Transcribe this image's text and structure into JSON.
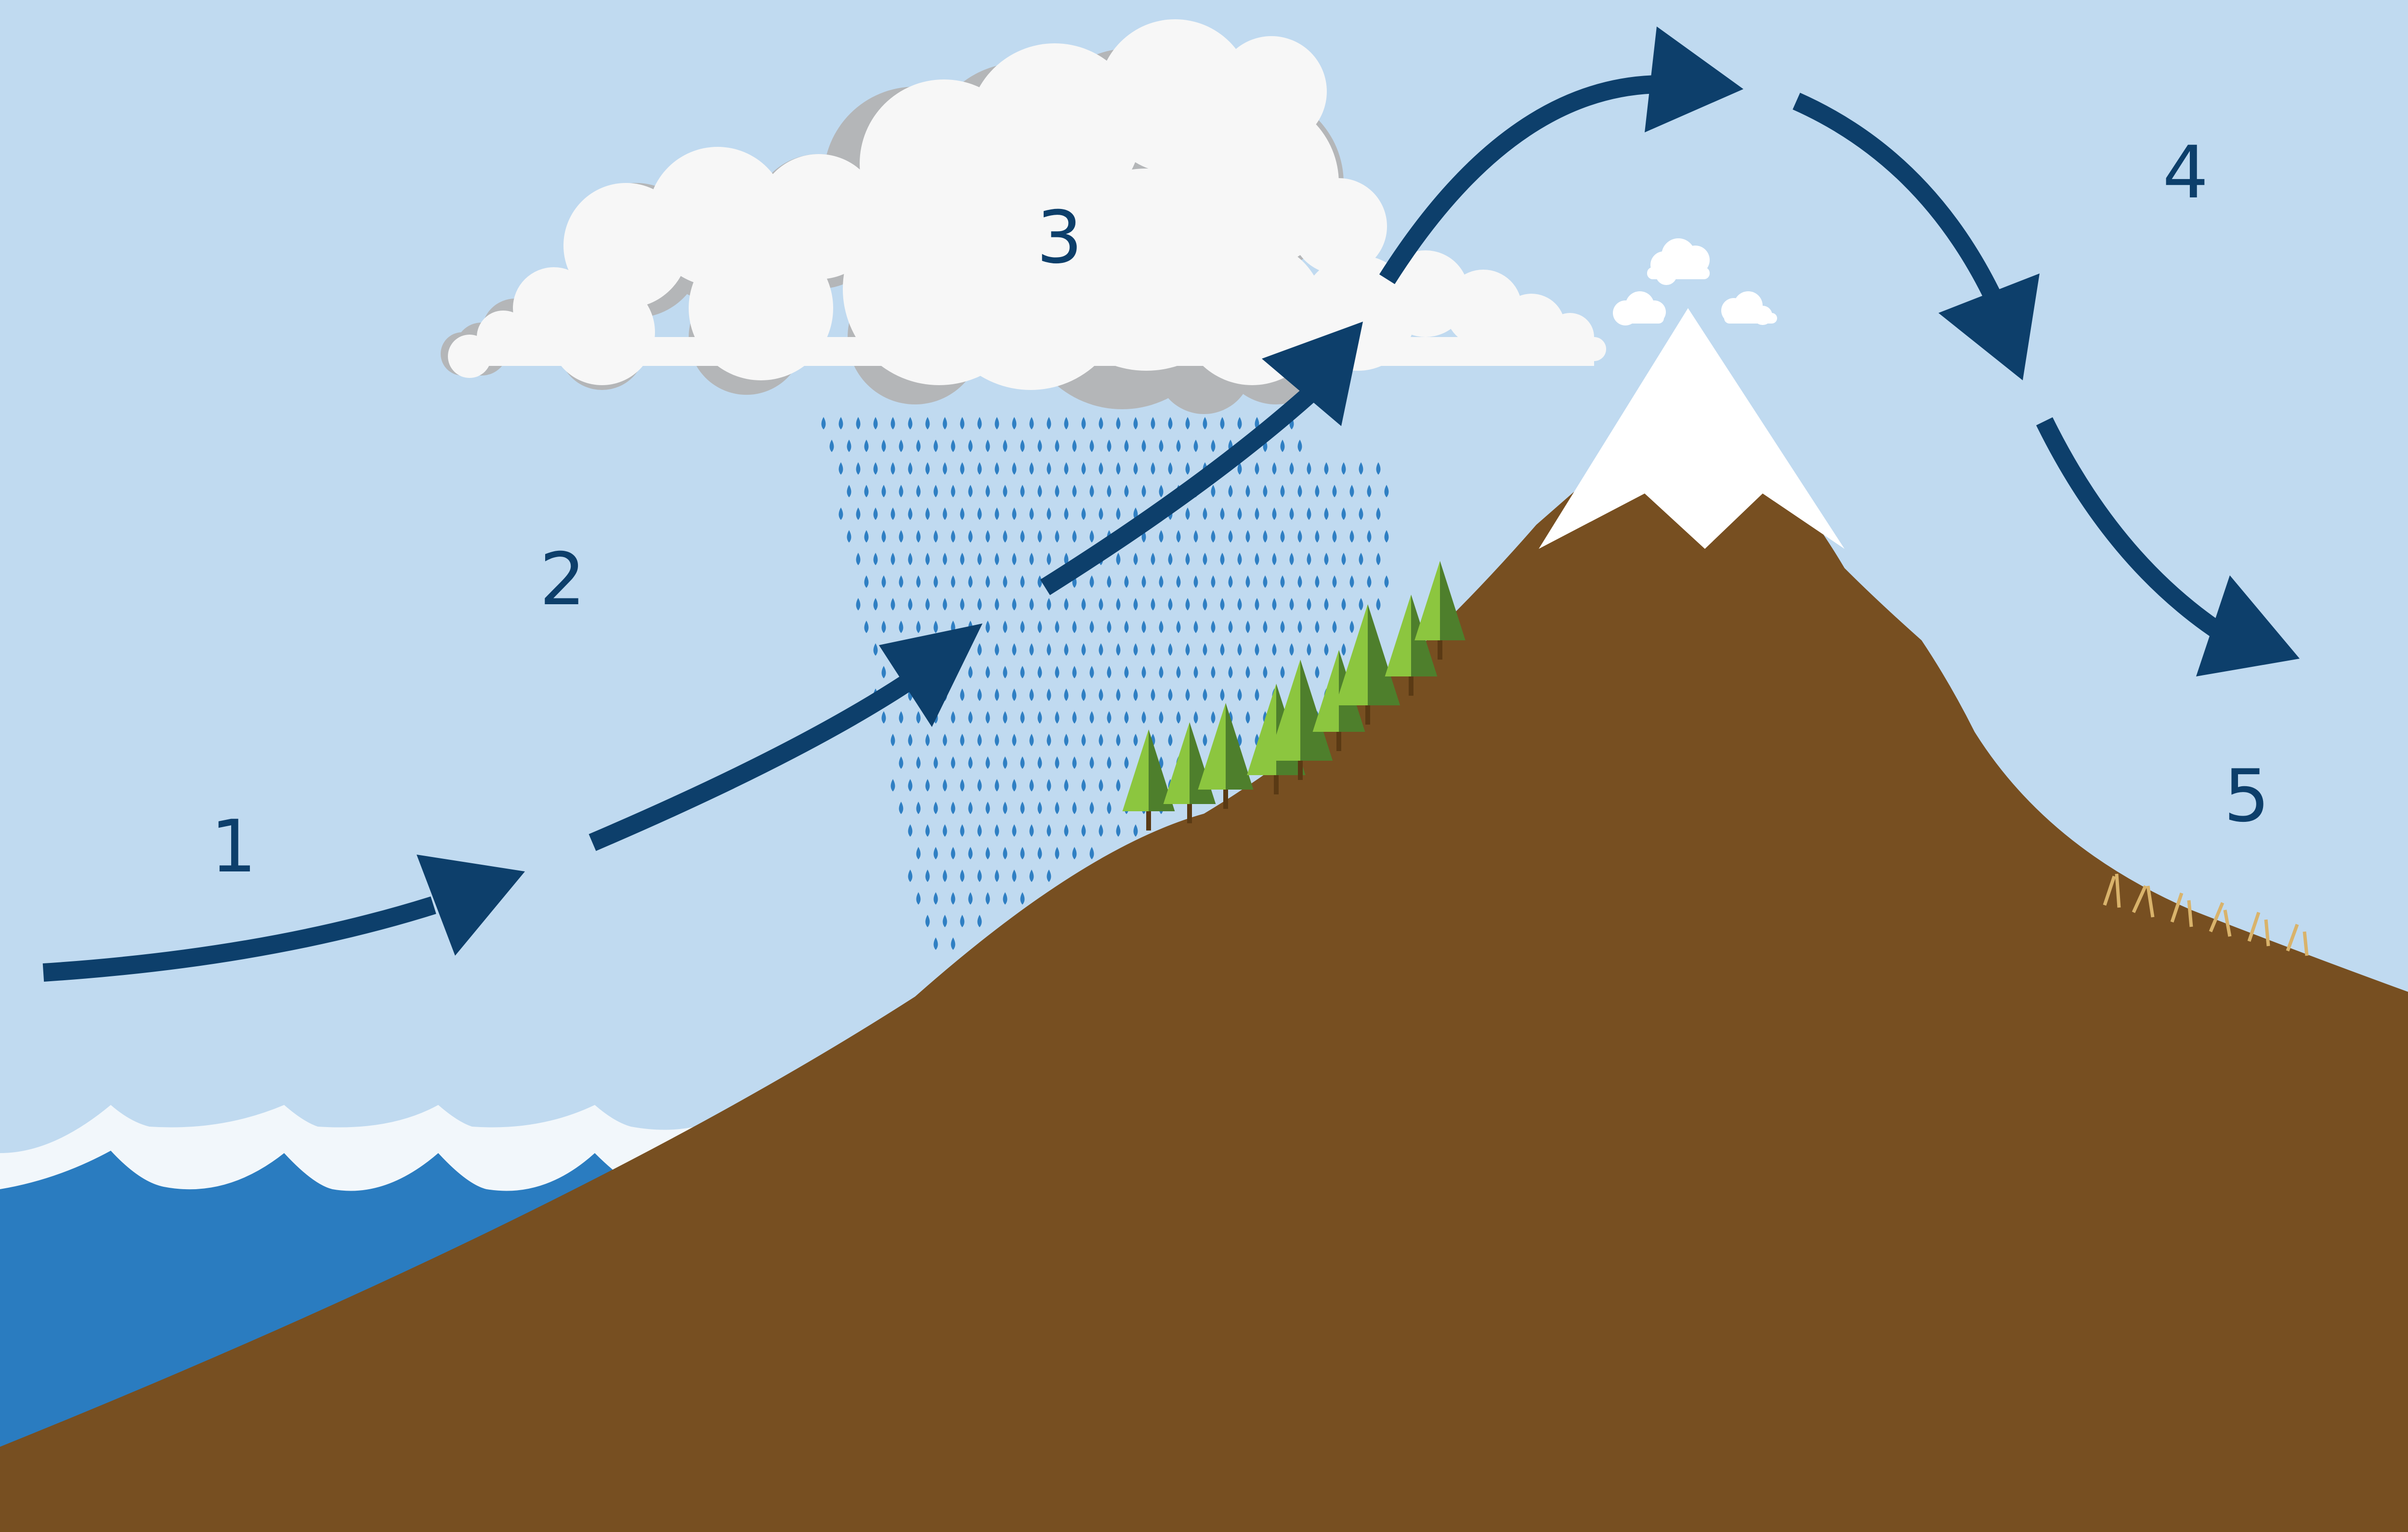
{
  "diagram": {
    "step_labels": {
      "s1": "1",
      "s2": "2",
      "s3": "3",
      "s4": "4",
      "s5": "5"
    },
    "colors": {
      "sky": "#c0daf0",
      "ocean": "#2a7cc0",
      "wave_foam": "#f2f7fb",
      "mountain": "#774f21",
      "snow": "#ffffff",
      "arrow": "#0d3f6b",
      "rain": "#2f7fc3",
      "cloud": "#f7f7f7",
      "cloud_shadow": "#b4b6b8",
      "tree_light": "#8cc63f",
      "tree_dark": "#4e7f2c",
      "grass": "#d9b36b"
    }
  }
}
